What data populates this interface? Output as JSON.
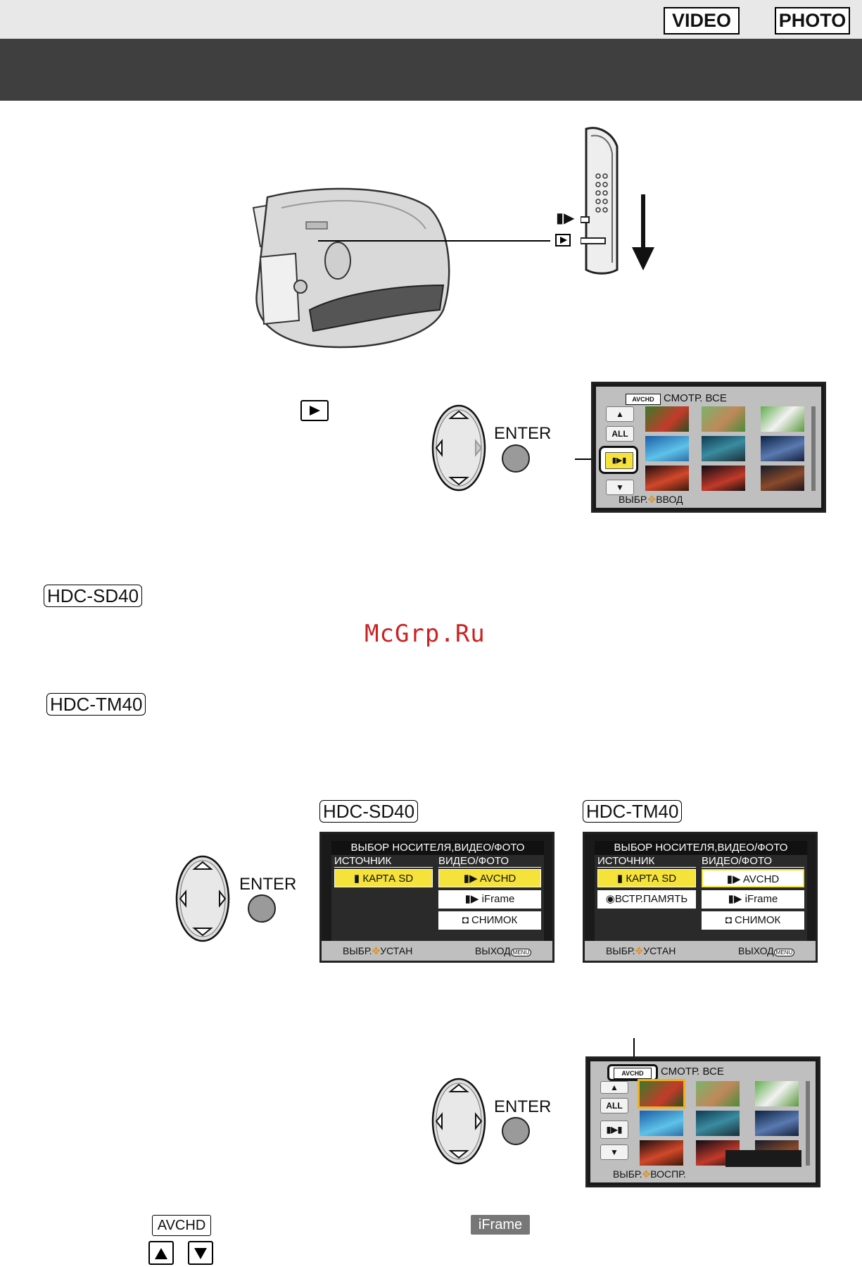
{
  "header": {
    "badge_video": "VIDEO",
    "badge_photo": "PHOTO"
  },
  "step1": {
    "mode_icon_video": "video-camera-icon",
    "mode_icon_play": "play-icon"
  },
  "step2": {
    "play_symbol_icon": "play-icon",
    "enter_label": "ENTER",
    "screen": {
      "avchd_tag": "AVCHD",
      "title": "СМОТР. ВСЕ",
      "all_label": "ALL",
      "footer": "ВЫБР.",
      "footer_action": "ВВОД"
    }
  },
  "models": {
    "sd40": "HDC-SD40",
    "tm40": "HDC-TM40"
  },
  "watermark": "McGrp.Ru",
  "step3": {
    "enter_label": "ENTER",
    "sd40_label": "HDC-SD40",
    "tm40_label": "HDC-TM40",
    "menu_title": "ВЫБОР НОСИТЕЛЯ,ВИДЕО/ФОТО",
    "col_source": "ИСТОЧНИК",
    "col_type": "ВИДЕО/ФОТО",
    "sd40_sources": [
      "КАРТА SD"
    ],
    "tm40_sources": [
      "КАРТА SD",
      "ВСТР.ПАМЯТЬ"
    ],
    "types": [
      "AVCHD",
      "iFrame",
      "СНИМОК"
    ],
    "footer_select": "ВЫБР.",
    "footer_set": "УСТАН",
    "footer_exit": "ВЫХОД",
    "menu_key": "MENU"
  },
  "step4": {
    "enter_label": "ENTER",
    "screen": {
      "avchd_tag": "AVCHD",
      "title": "СМОТР. ВСЕ",
      "all_label": "ALL",
      "footer": "ВЫБР.",
      "footer_action": "ВОСПР."
    }
  },
  "bottom": {
    "avchd_box": "AVCHD",
    "iframe_box": "iFrame"
  }
}
